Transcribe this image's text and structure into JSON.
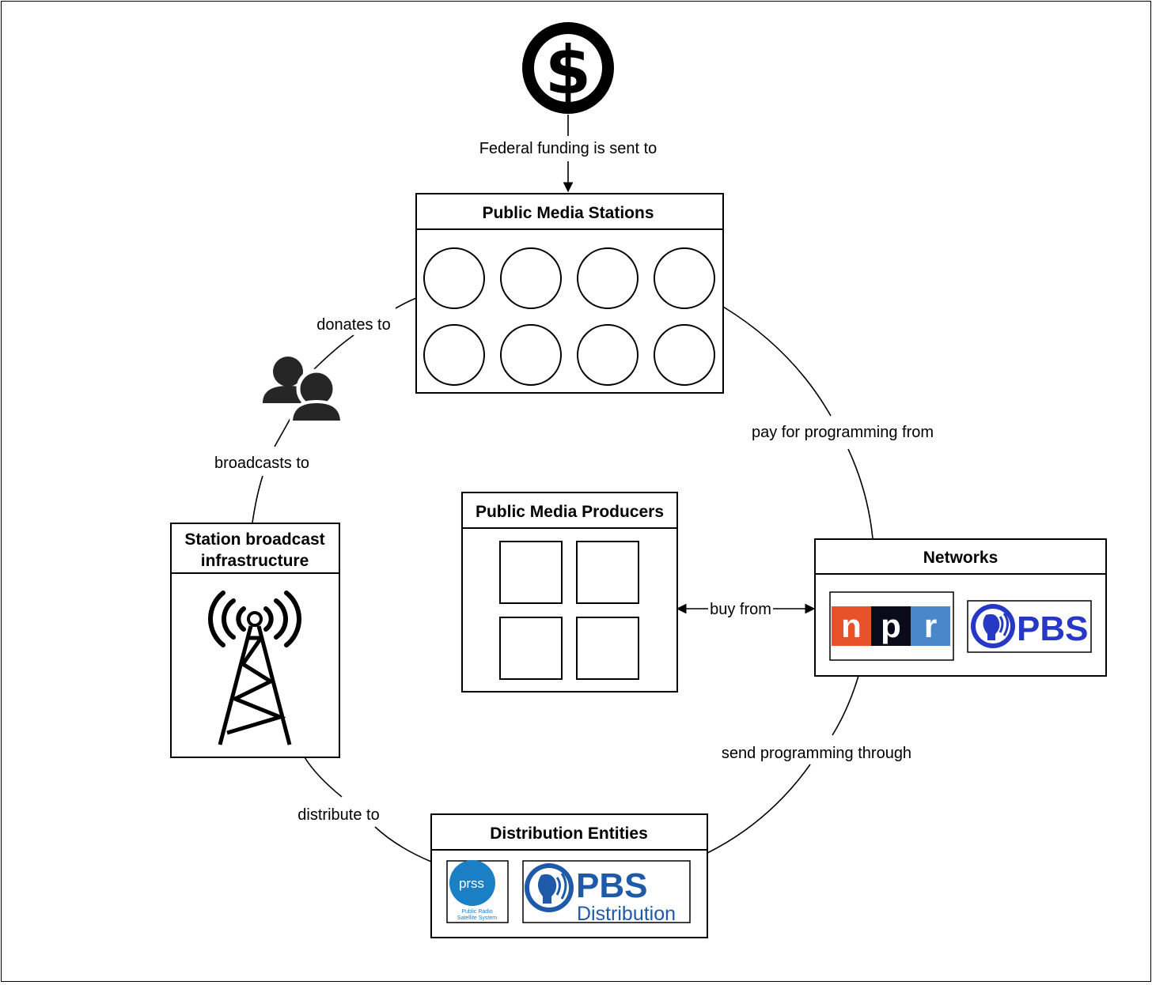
{
  "nodes": {
    "stations": {
      "title": "Public Media Stations"
    },
    "producers": {
      "title": "Public Media Producers"
    },
    "networks": {
      "title": "Networks"
    },
    "distribution": {
      "title": "Distribution Entities"
    },
    "infrastructure": {
      "title_line1": "Station broadcast",
      "title_line2": "infrastructure"
    }
  },
  "edges": {
    "federal": "Federal funding is sent to",
    "donates": "donates to",
    "broadcasts": "broadcasts to",
    "pay": "pay for programming from",
    "buy": "buy from",
    "send": "send programming through",
    "distribute": "distribute to"
  },
  "logos": {
    "npr_n": "n",
    "npr_p": "p",
    "npr_r": "r",
    "pbs": "PBS",
    "prss": "prss",
    "prss_tagline_1": "Public Radio",
    "prss_tagline_2": "Satellite System",
    "pbs_dist_1": "PBS",
    "pbs_dist_2": "Distribution"
  },
  "icons": {
    "dollar": "dollar-coin-icon",
    "people": "people-icon",
    "tower": "radio-tower-icon"
  },
  "colors": {
    "npr_red": "#e8522b",
    "npr_black": "#0a0a1a",
    "npr_blue": "#4a86c9",
    "pbs_blue": "#2638c4",
    "prss_blue": "#1a7fc4",
    "pbs_dist_blue": "#1f5aa8"
  }
}
